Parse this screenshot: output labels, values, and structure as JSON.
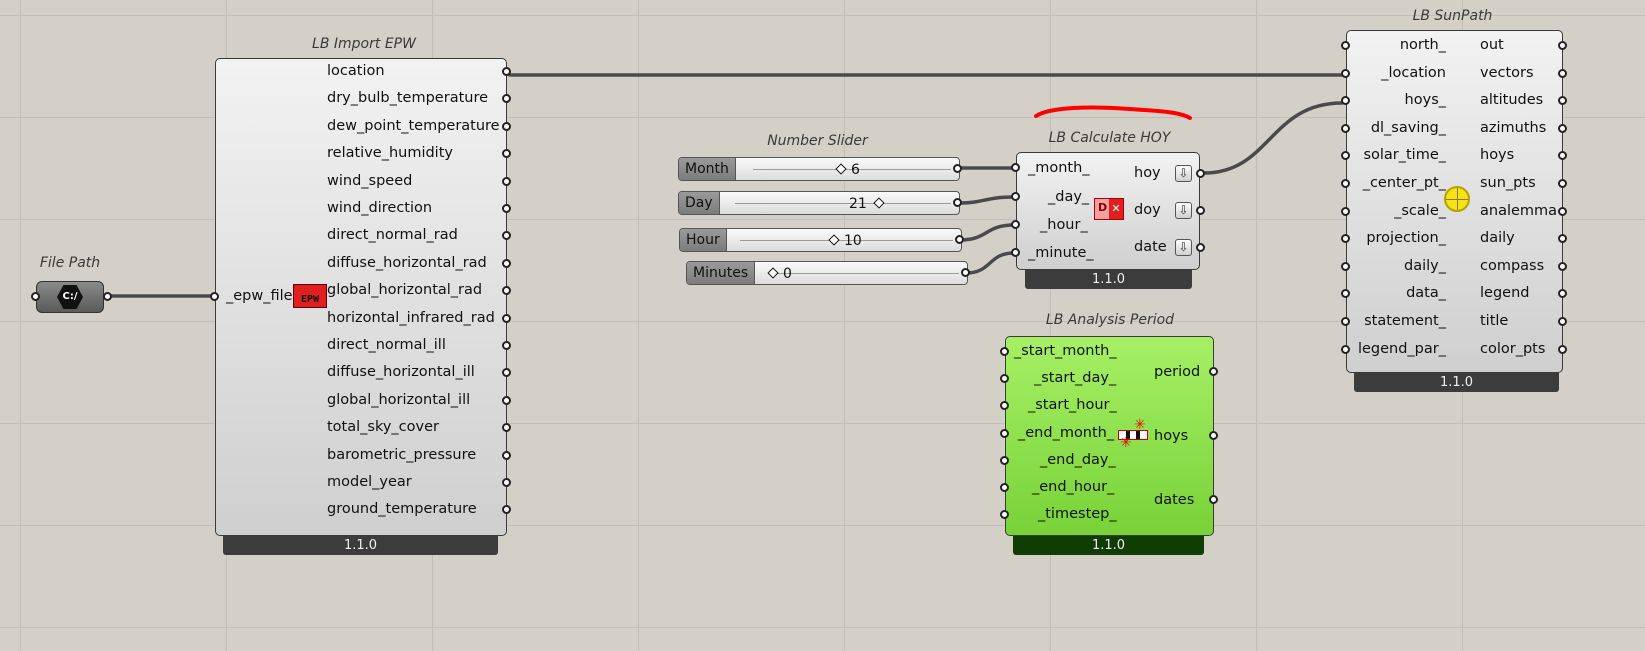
{
  "file_path": {
    "title": "File Path",
    "icon_text": "C:/"
  },
  "import_epw": {
    "title": "LB Import EPW",
    "input": "_epw_file",
    "icon_text": "EPW",
    "outputs": [
      "location",
      "dry_bulb_temperature",
      "dew_point_temperature",
      "relative_humidity",
      "wind_speed",
      "wind_direction",
      "direct_normal_rad",
      "diffuse_horizontal_rad",
      "global_horizontal_rad",
      "horizontal_infrared_rad",
      "direct_normal_ill",
      "diffuse_horizontal_ill",
      "global_horizontal_ill",
      "total_sky_cover",
      "barometric_pressure",
      "model_year",
      "ground_temperature"
    ],
    "version": "1.1.0"
  },
  "number_slider": {
    "title": "Number Slider",
    "sliders": [
      {
        "label": "Month",
        "value": "6"
      },
      {
        "label": "Day",
        "value": "21"
      },
      {
        "label": "Hour",
        "value": "10"
      },
      {
        "label": "Minutes",
        "value": "0"
      }
    ]
  },
  "calculate_hoy": {
    "title": "LB Calculate HOY",
    "inputs": [
      "_month_",
      "_day_",
      "_hour_",
      "_minute_"
    ],
    "outputs": [
      "hoy",
      "doy",
      "date"
    ],
    "icon_text": "D",
    "version": "1.1.0"
  },
  "analysis_period": {
    "title": "LB Analysis Period",
    "inputs": [
      "_start_month_",
      "_start_day_",
      "_start_hour_",
      "_end_month_",
      "_end_day_",
      "_end_hour_",
      "_timestep_"
    ],
    "outputs": [
      "period",
      "hoys",
      "dates"
    ],
    "version": "1.1.0"
  },
  "sunpath": {
    "title": "LB SunPath",
    "inputs": [
      "north_",
      "_location",
      "hoys_",
      "dl_saving_",
      "solar_time_",
      "_center_pt_",
      "_scale_",
      "projection_",
      "daily_",
      "data_",
      "statement_",
      "legend_par_"
    ],
    "outputs": [
      "out",
      "vectors",
      "altitudes",
      "azimuths",
      "hoys",
      "sun_pts",
      "analemma",
      "daily",
      "compass",
      "legend",
      "title",
      "color_pts"
    ],
    "version": "1.1.0"
  },
  "colors": {
    "canvas": "#d4d0c8",
    "component_gray": "#e0e0e0",
    "component_green": "#8fe24f",
    "annotation_red": "#ff0000",
    "epw_icon": "#e02020",
    "sun_icon": "#f5e21a"
  }
}
